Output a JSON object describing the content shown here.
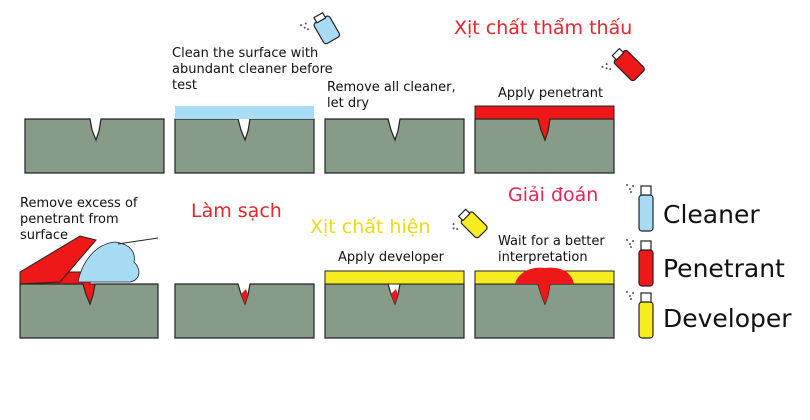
{
  "colors": {
    "part": "#869c89",
    "cleaner": "#a8dcf4",
    "penetrant": "#ee1818",
    "developer": "#f6ec20",
    "vietnamese_label": "#e8242d",
    "vietnamese_developer_label": "#e8dc16",
    "vietnamese_interpret_label": "#e8245a"
  },
  "steps": {
    "clean": "Clean the surface with abundant cleaner before test",
    "dry": "Remove all cleaner, let dry",
    "apply_penetrant": "Apply penetrant",
    "remove_excess": "Remove excess of penetrant from surface",
    "apply_developer": "Apply developer",
    "interpret": "Wait for a better interpretation"
  },
  "vietnamese": {
    "spray_penetrant": "Xịt chất thẩm thấu",
    "clean": "Làm sạch",
    "spray_developer": "Xịt chất hiện",
    "interpret": "Giải đoán"
  },
  "legend": [
    {
      "label": "Cleaner",
      "icon": "cleaner-can-icon"
    },
    {
      "label": "Penetrant",
      "icon": "penetrant-can-icon"
    },
    {
      "label": "Developer",
      "icon": "developer-can-icon"
    }
  ]
}
